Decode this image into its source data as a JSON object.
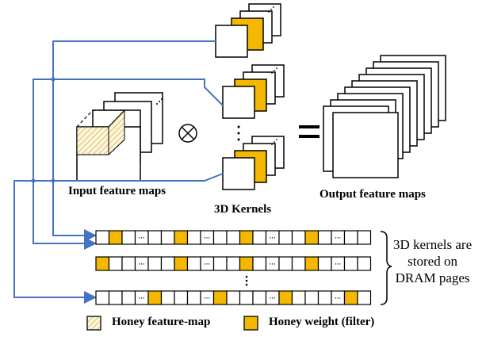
{
  "labels": {
    "input_feature_maps": "Input feature maps",
    "kernels_3d": "3D Kernels",
    "output_feature_maps": "Output feature maps",
    "dram_note_lines": [
      "3D kernels are",
      "stored on",
      "DRAM pages"
    ],
    "legend_feature_map": "Honey feature-map",
    "legend_weight": "Honey weight (filter)"
  },
  "symbols": {
    "convolution": "⊗",
    "equals": "=",
    "cell_ellipsis": "···",
    "vertical_dots": "⋮"
  },
  "colors": {
    "honey_weight": "#f5b800",
    "arrow": "#4472c4",
    "feature_map_hatch": "#e0c878",
    "feature_map_bg": "#fdf6dc"
  },
  "dram_pages": [
    {
      "cells": [
        "e",
        "w",
        "e",
        "…",
        "e",
        "e",
        "w",
        "e",
        "…",
        "e",
        "e",
        "w",
        "e",
        "…",
        "e",
        "e",
        "w",
        "e",
        "…",
        "e",
        "e"
      ]
    },
    {
      "cells": [
        "w",
        "e",
        "e",
        "…",
        "e",
        "e",
        "w",
        "e",
        "…",
        "e",
        "e",
        "w",
        "e",
        "…",
        "e",
        "e",
        "w",
        "e",
        "…",
        "e",
        "e"
      ]
    },
    {
      "cells": [
        "e",
        "e",
        "e",
        "…",
        "w",
        "e",
        "e",
        "e",
        "…",
        "w",
        "e",
        "e",
        "e",
        "…",
        "w",
        "e",
        "e",
        "e",
        "…",
        "w",
        "e"
      ]
    }
  ]
}
